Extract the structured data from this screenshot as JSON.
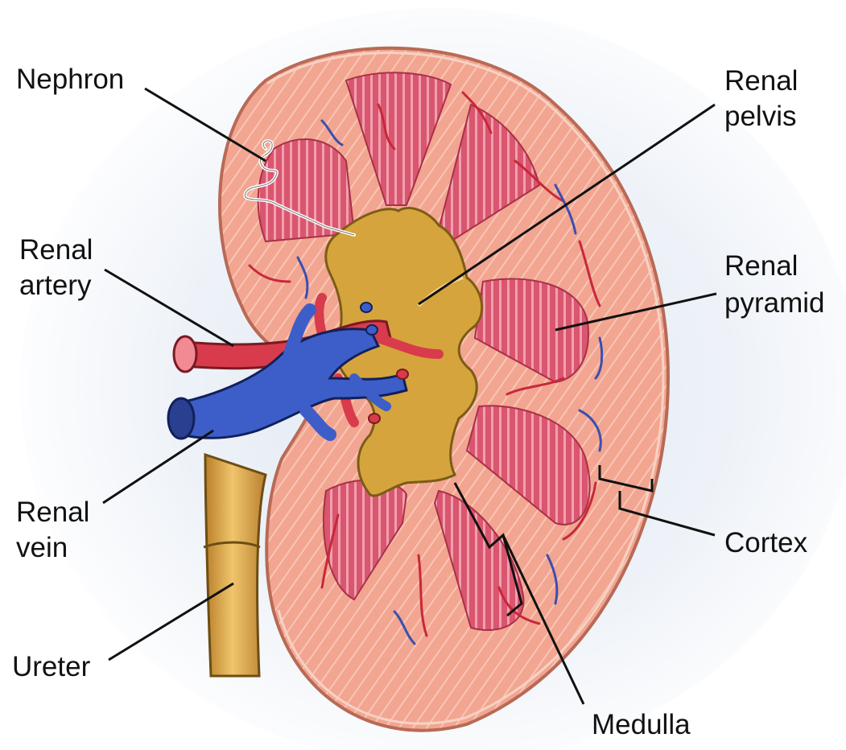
{
  "labels": {
    "nephron": "Nephron",
    "renal_artery_1": "Renal",
    "renal_artery_2": "artery",
    "renal_vein_1": "Renal",
    "renal_vein_2": "vein",
    "ureter": "Ureter",
    "renal_pelvis_1": "Renal",
    "renal_pelvis_2": "pelvis",
    "renal_pyramid_1": "Renal",
    "renal_pyramid_2": "pyramid",
    "cortex": "Cortex",
    "medulla": "Medulla"
  },
  "colors": {
    "cortex": "#f2a590",
    "cortex_edge": "#c8705e",
    "pyramid": "#d9566e",
    "pyramid_stripe": "#f3a3b3",
    "pelvis": "#d8a53f",
    "pelvis_edge": "#8a6a1f",
    "artery": "#d93a4a",
    "vein": "#3f5fc8",
    "ureter": "#d7a045",
    "halo": "#dfe6f2"
  }
}
